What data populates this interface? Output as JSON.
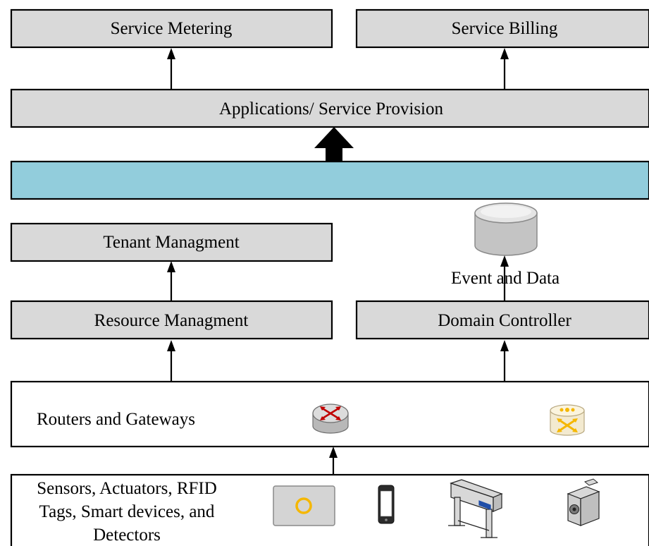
{
  "colors": {
    "box_fill": "#d9d9d9",
    "band_fill": "#92cddc",
    "white": "#ffffff",
    "stroke": "#000000",
    "accent_red": "#c00000",
    "accent_yellow": "#f5b700"
  },
  "boxes": {
    "service_metering": "Service Metering",
    "service_billing": "Service Billing",
    "applications": "Applications/ Service Provision",
    "middleware_band": "",
    "tenant_management": "Tenant Managment",
    "resource_management": "Resource Managment",
    "domain_controller": "Domain Controller",
    "routers_gateways": "Routers and Gateways"
  },
  "labels": {
    "event_and_data": "Event and Data"
  },
  "devices": {
    "line1": "Sensors, Actuators, RFID",
    "line2": "Tags, Smart devices, and",
    "line3": "Detectors"
  },
  "icons": {
    "database": "database-icon",
    "router": "router-icon",
    "switch": "switch-icon",
    "sensor_panel": "sensor-panel-icon",
    "smartphone": "smartphone-icon",
    "printer": "printer-icon",
    "camera": "camera-icon"
  }
}
